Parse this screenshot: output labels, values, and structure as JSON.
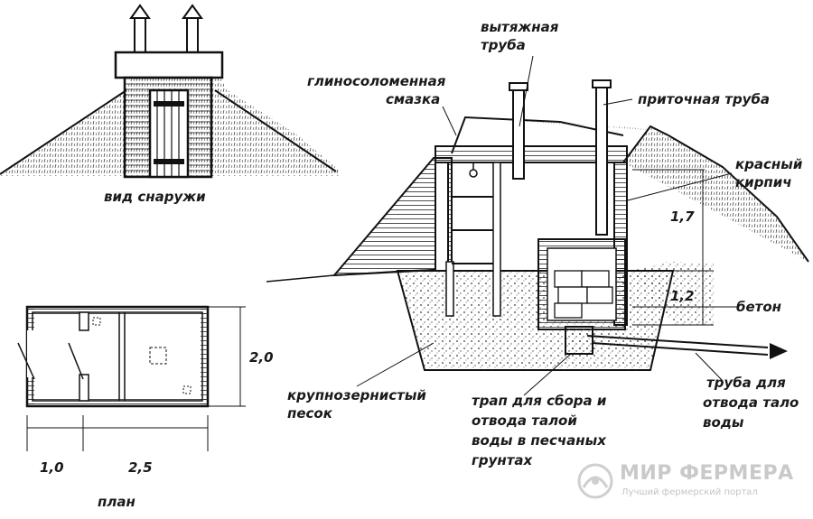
{
  "labels": {
    "outside_view": "вид снаружи",
    "plan": "план",
    "exhaust_pipe_line1": "вытяжная",
    "exhaust_pipe_line2": "труба",
    "clay_straw_line1": "глиносоломенная",
    "clay_straw_line2": "смазка",
    "supply_pipe": "приточная труба",
    "red_brick_line1": "красный",
    "red_brick_line2": "кирпич",
    "concrete": "бетон",
    "coarse_sand_line1": "крупнозернистый",
    "coarse_sand_line2": "песок",
    "drain_line1": "трап для сбора и",
    "drain_line2": "отвода талой",
    "drain_line3": "воды в песчаных",
    "drain_line4": "грунтах",
    "outlet_pipe_line1": "труба для",
    "outlet_pipe_line2": "отвода тало",
    "outlet_pipe_line3": "воды"
  },
  "dimensions": {
    "height_upper": "1,7",
    "height_lower": "1,2",
    "plan_depth": "2,0",
    "plan_width_1": "1,0",
    "plan_width_2": "2,5"
  },
  "watermark": {
    "title": "МИР ФЕРМЕРА",
    "subtitle": "Лучший фермерский портал"
  }
}
